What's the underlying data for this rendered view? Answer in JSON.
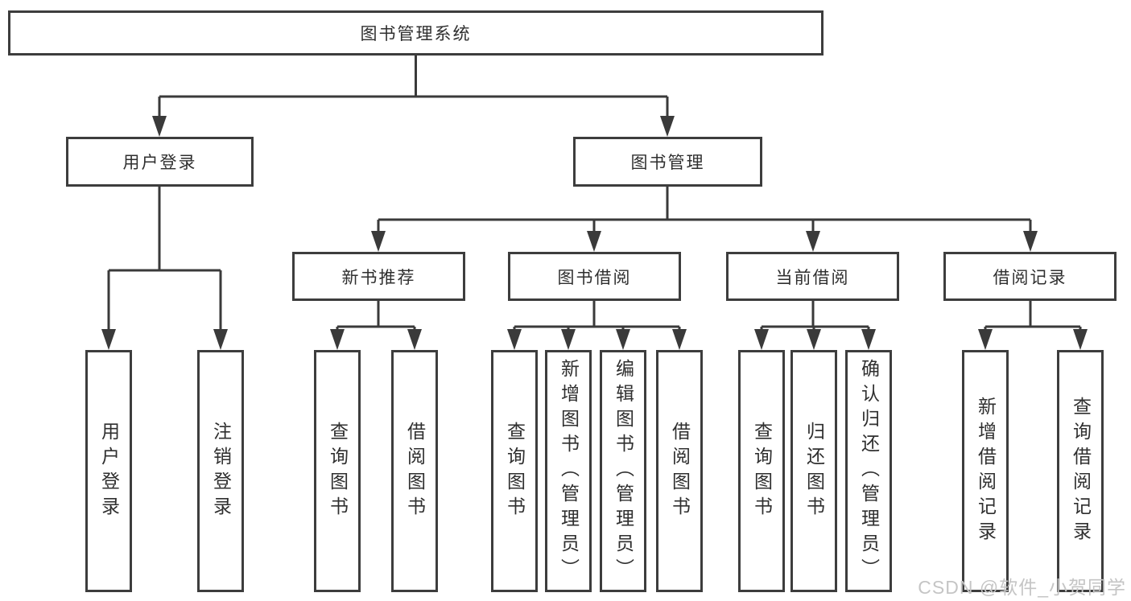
{
  "diagram": {
    "root": {
      "label": "图书管理系统"
    },
    "branches": [
      {
        "label": "用户登录",
        "children": [
          {
            "label": "用户登录"
          },
          {
            "label": "注销登录"
          }
        ]
      },
      {
        "label": "图书管理",
        "children": [
          {
            "label": "新书推荐",
            "children": [
              {
                "label": "查询图书"
              },
              {
                "label": "借阅图书"
              }
            ]
          },
          {
            "label": "图书借阅",
            "children": [
              {
                "label": "查询图书"
              },
              {
                "label": "新增图书（管理员）"
              },
              {
                "label": "编辑图书（管理员）"
              },
              {
                "label": "借阅图书"
              }
            ]
          },
          {
            "label": "当前借阅",
            "children": [
              {
                "label": "查询图书"
              },
              {
                "label": "归还图书"
              },
              {
                "label": "确认归还（管理员）"
              }
            ]
          },
          {
            "label": "借阅记录",
            "children": [
              {
                "label": "新增借阅记录"
              },
              {
                "label": "查询借阅记录"
              }
            ]
          }
        ]
      }
    ],
    "watermark": "CSDN @软件_小贺同学",
    "colors": {
      "line": "#3a3a3a",
      "border": "#3d3d3d",
      "text": "#2f2f2f",
      "watermark": "#c5c5c5",
      "background": "#ffffff"
    }
  }
}
